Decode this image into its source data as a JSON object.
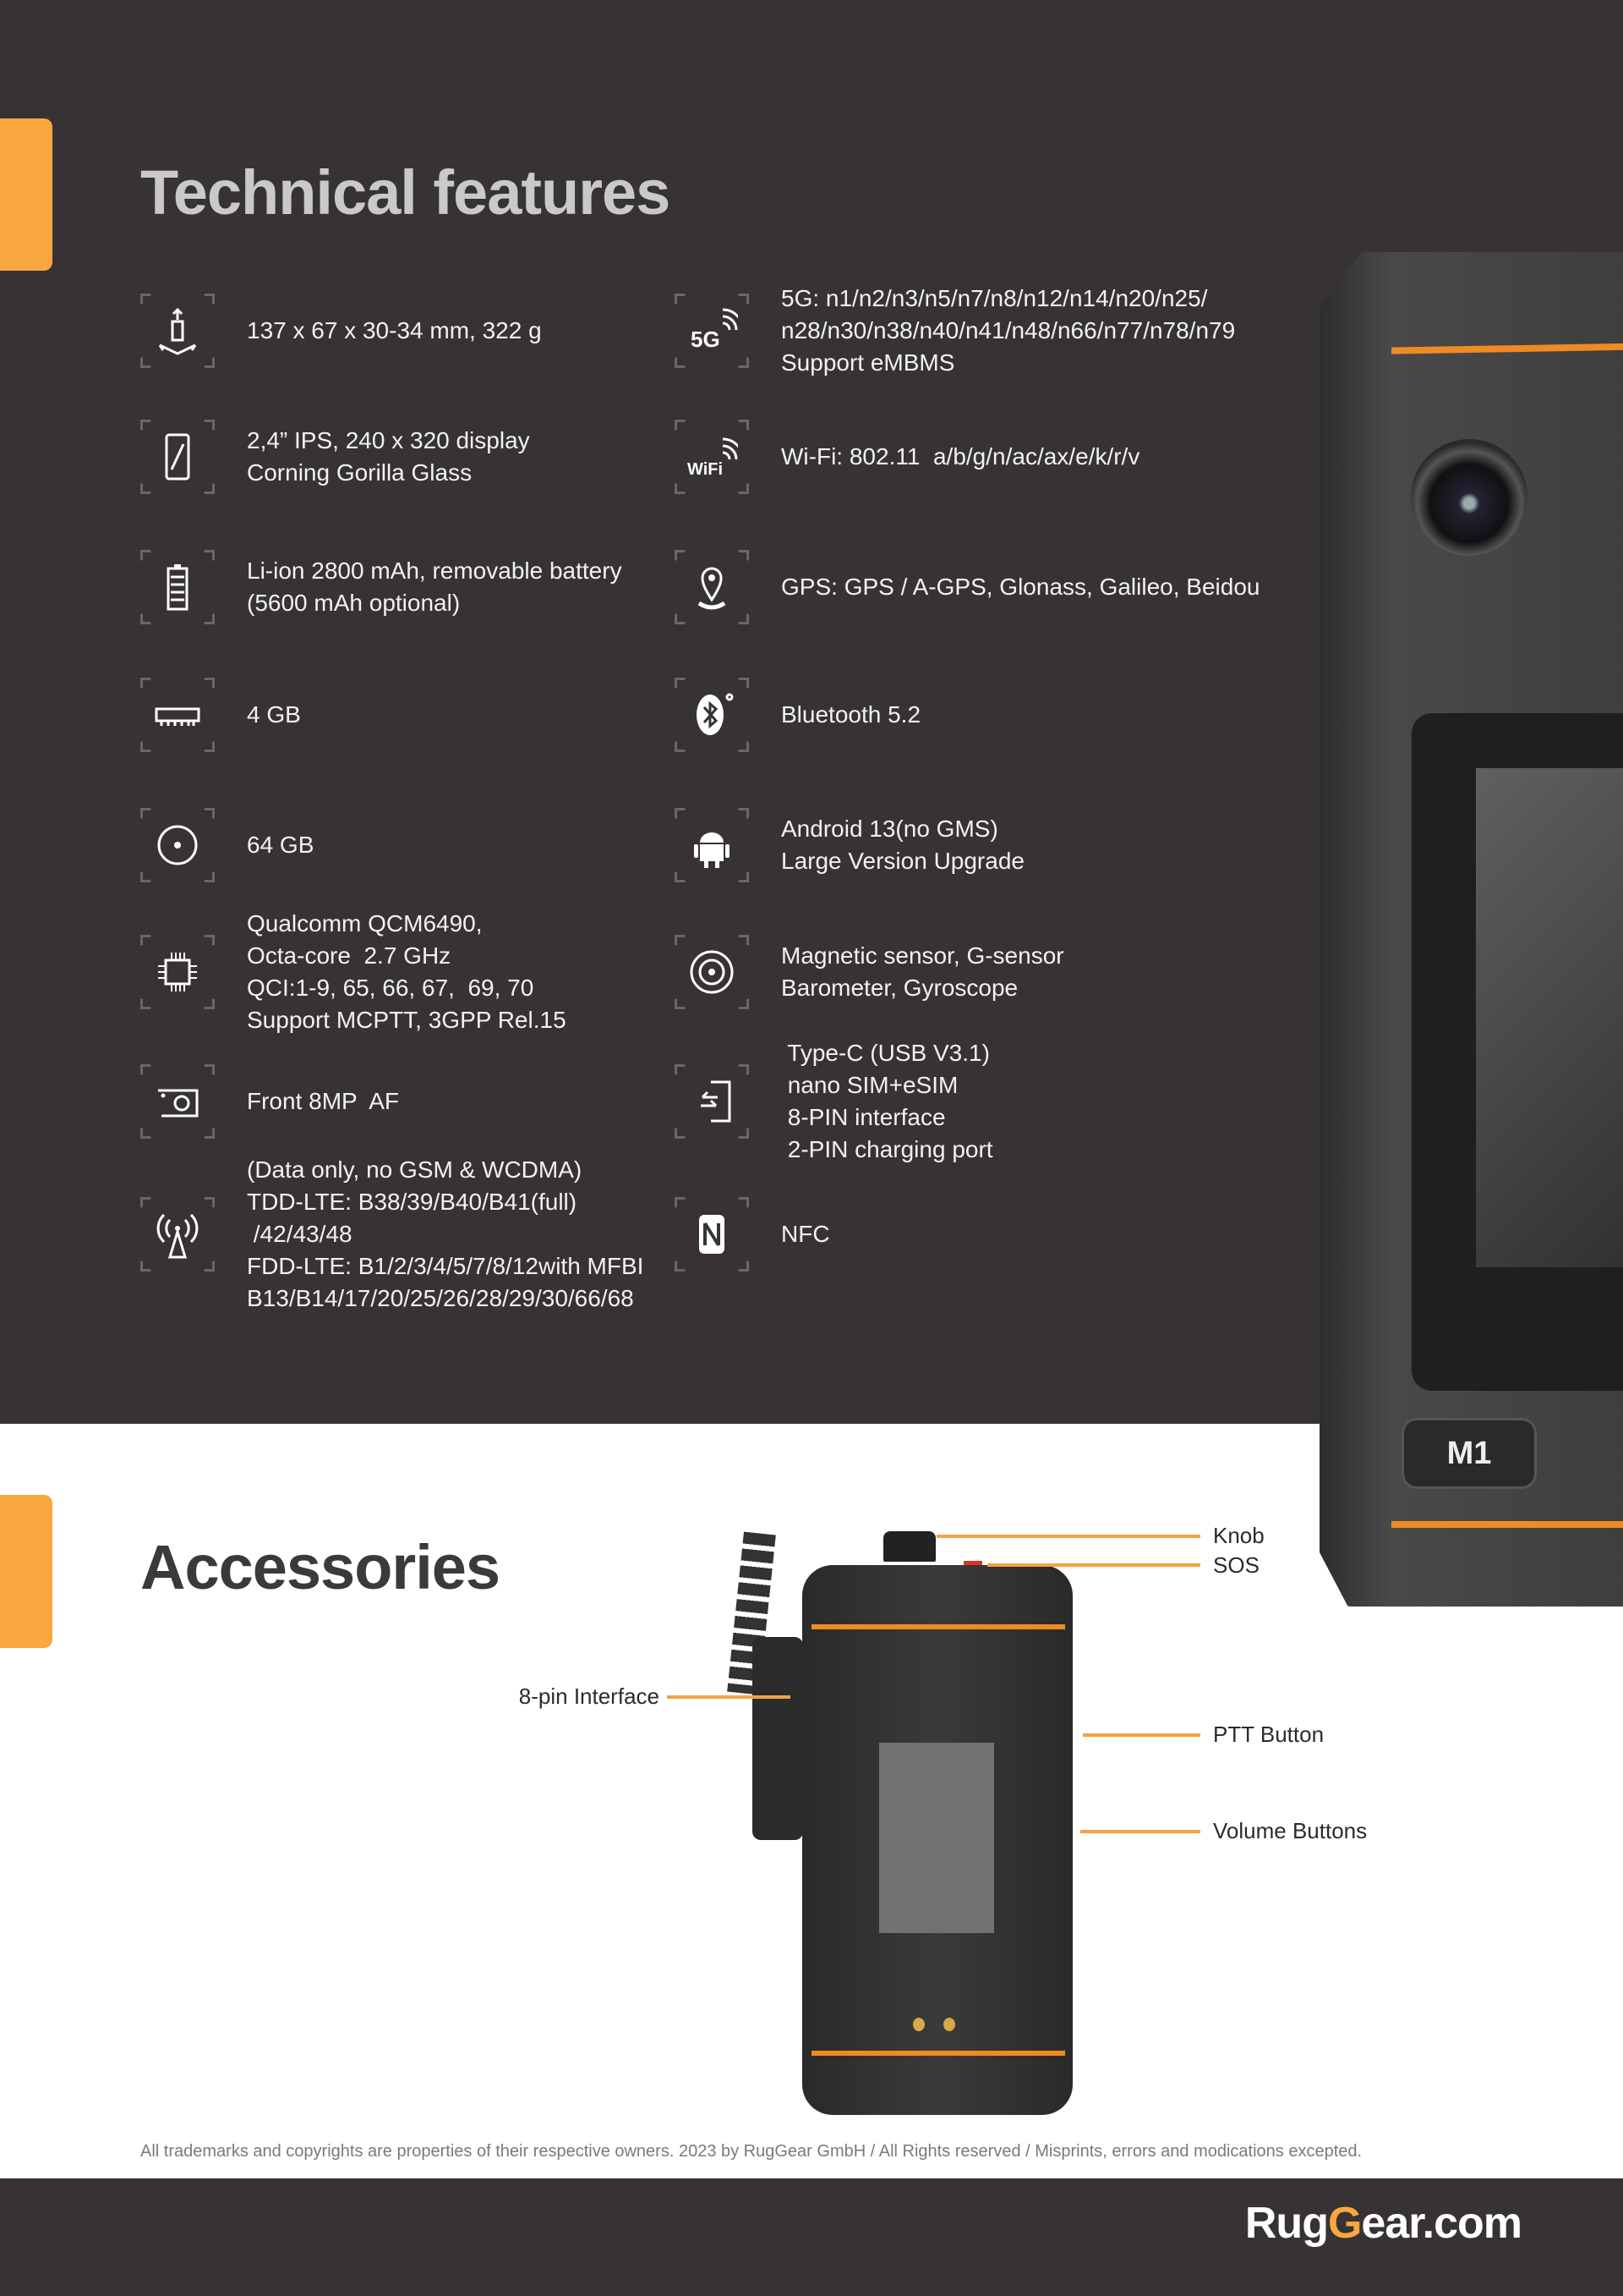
{
  "colors": {
    "accent": "#f9a73e",
    "dark_bg": "#373334"
  },
  "technical": {
    "title": "Technical features",
    "left": [
      {
        "icon": "weight-dimensions-icon",
        "text": "137 x 67 x 30-34 mm, 322 g"
      },
      {
        "icon": "display-icon",
        "text": "2,4” IPS, 240 x 320 display\nCorning Gorilla Glass"
      },
      {
        "icon": "battery-icon",
        "text": "Li-ion 2800 mAh, removable battery\n(5600 mAh optional)"
      },
      {
        "icon": "ram-icon",
        "text": "4 GB"
      },
      {
        "icon": "storage-icon",
        "text": "64 GB"
      },
      {
        "icon": "cpu-icon",
        "text": "Qualcomm QCM6490,\nOcta-core  2.7 GHz\nQCI:1-9, 65, 66, 67,  69, 70\nSupport MCPTT, 3GPP Rel.15"
      },
      {
        "icon": "camera-icon",
        "text": "Front 8MP  AF"
      },
      {
        "icon": "antenna-icon",
        "text": "(Data only, no GSM & WCDMA)\nTDD-LTE: B38/39/B40/B41(full)\n /42/43/48\nFDD-LTE: B1/2/3/4/5/7/8/12with MFBI\nB13/B14/17/20/25/26/28/29/30/66/68"
      }
    ],
    "right": [
      {
        "icon": "5g-icon",
        "text": "5G: n1/n2/n3/n5/n7/n8/n12/n14/n20/n25/\nn28/n30/n38/n40/n41/n48/n66/n77/n78/n79\nSupport eMBMS"
      },
      {
        "icon": "wifi-icon",
        "text": "Wi-Fi: 802.11  a/b/g/n/ac/ax/e/k/r/v"
      },
      {
        "icon": "gps-pin-icon",
        "text": "GPS: GPS / A-GPS, Glonass, Galileo, Beidou"
      },
      {
        "icon": "bluetooth-icon",
        "text": "Bluetooth 5.2"
      },
      {
        "icon": "android-icon",
        "text": "Android 13(no GMS)\nLarge Version Upgrade"
      },
      {
        "icon": "sensor-icon",
        "text": "Magnetic sensor, G-sensor\nBarometer, Gyroscope"
      },
      {
        "icon": "ports-icon",
        "text": " Type-C (USB V3.1)\n nano SIM+eSIM\n 8-PIN interface\n 2-PIN charging port"
      },
      {
        "icon": "nfc-icon",
        "text": "NFC"
      }
    ],
    "phone_button": "M1"
  },
  "accessories": {
    "title": "Accessories",
    "labels": {
      "knob": "Knob",
      "sos": "SOS",
      "pin": "8-pin Interface",
      "ptt": "PTT Button",
      "volume": "Volume Buttons"
    }
  },
  "footer": {
    "legal": "All trademarks and copyrights are properties of their respective owners.   2023 by RugGear GmbH / All Rights reserved / Misprints, errors and modications excepted.",
    "logo": {
      "a": "Rug",
      "b": "G",
      "c": "ear.com"
    }
  }
}
